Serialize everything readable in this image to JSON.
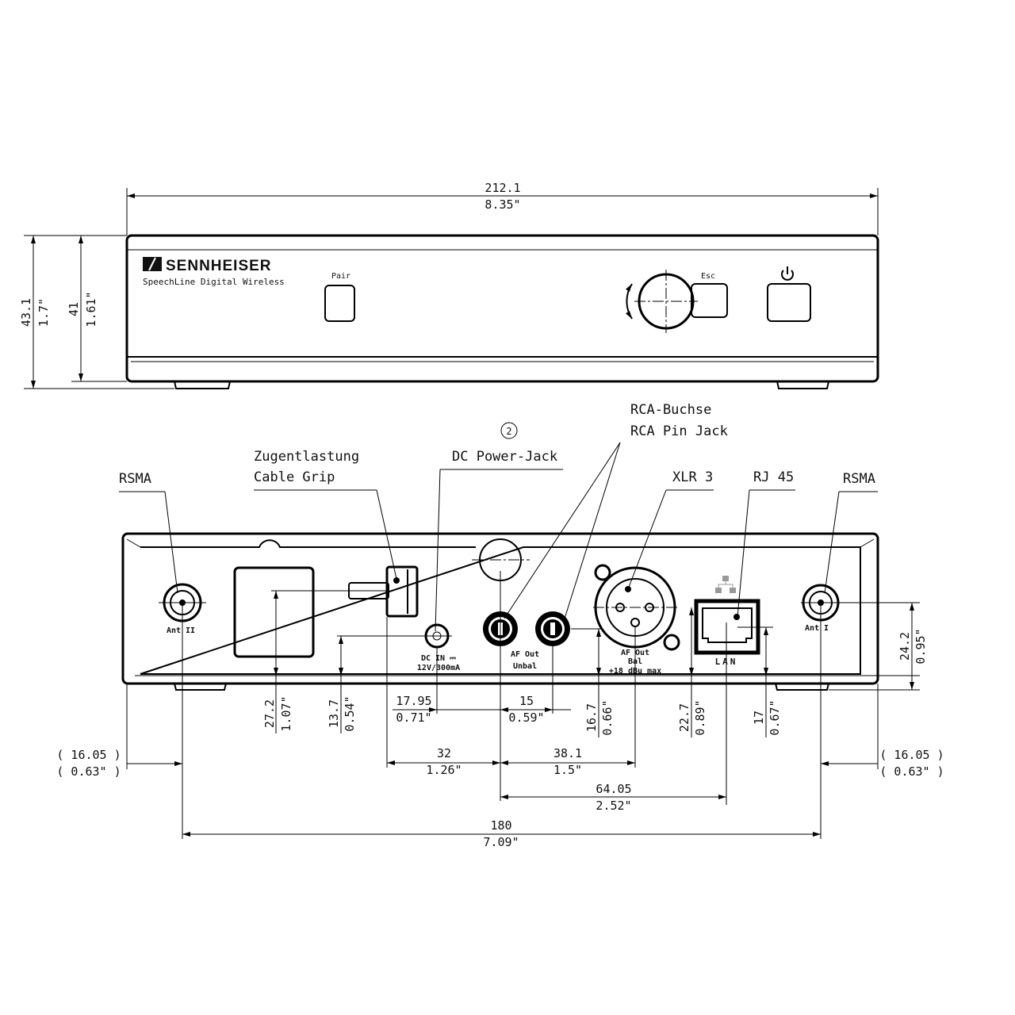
{
  "front_view": {
    "brand": "SENNHEISER",
    "model": "SpeechLine Digital Wireless",
    "pair_label": "Pair",
    "esc_label": "Esc",
    "width_mm": "212.1",
    "width_in": "8.35\"",
    "height_total_mm": "43.1",
    "height_total_in": "1.7\"",
    "height_body_mm": "41",
    "height_body_in": "1.61\""
  },
  "rear_view": {
    "callouts": {
      "rsma_left": "RSMA",
      "cable_grip_de": "Zugentlastung",
      "cable_grip_en": "Cable Grip",
      "note_number": "2",
      "dc_jack": "DC Power-Jack",
      "rca_de": "RCA-Buchse",
      "rca_en": "RCA Pin Jack",
      "xlr": "XLR 3",
      "rj45": "RJ 45",
      "rsma_right": "RSMA"
    },
    "panel_labels": {
      "ant2": "Ant II",
      "ant1": "Ant I",
      "dc_in": "DC IN ⎓",
      "dc_rating": "12V/300mA",
      "af_unbal_1": "AF Out",
      "af_unbal_2": "Unbal",
      "af_bal_1": "AF Out",
      "af_bal_2": "Bal",
      "af_bal_3": "+18 dBu max",
      "lan": "LAN"
    },
    "dimensions": {
      "d27": [
        "27.2",
        "1.07\""
      ],
      "d13": [
        "13.7",
        "0.54\""
      ],
      "d17_95": [
        "17.95",
        "0.71\""
      ],
      "d15": [
        "15",
        "0.59\""
      ],
      "d16_7": [
        "16.7",
        "0.66\""
      ],
      "d22_7": [
        "22.7",
        "0.89\""
      ],
      "d17": [
        "17",
        "0.67\""
      ],
      "d24_2": [
        "24.2",
        "0.95\""
      ],
      "left_offset": [
        "( 16.05 )",
        "( 0.63\" )"
      ],
      "right_offset": [
        "( 16.05 )",
        "( 0.63\" )"
      ],
      "d32": [
        "32",
        "1.26\""
      ],
      "d38_1": [
        "38.1",
        "1.5\""
      ],
      "d64_05": [
        "64.05",
        "2.52\""
      ],
      "d180": [
        "180",
        "7.09\""
      ]
    }
  }
}
